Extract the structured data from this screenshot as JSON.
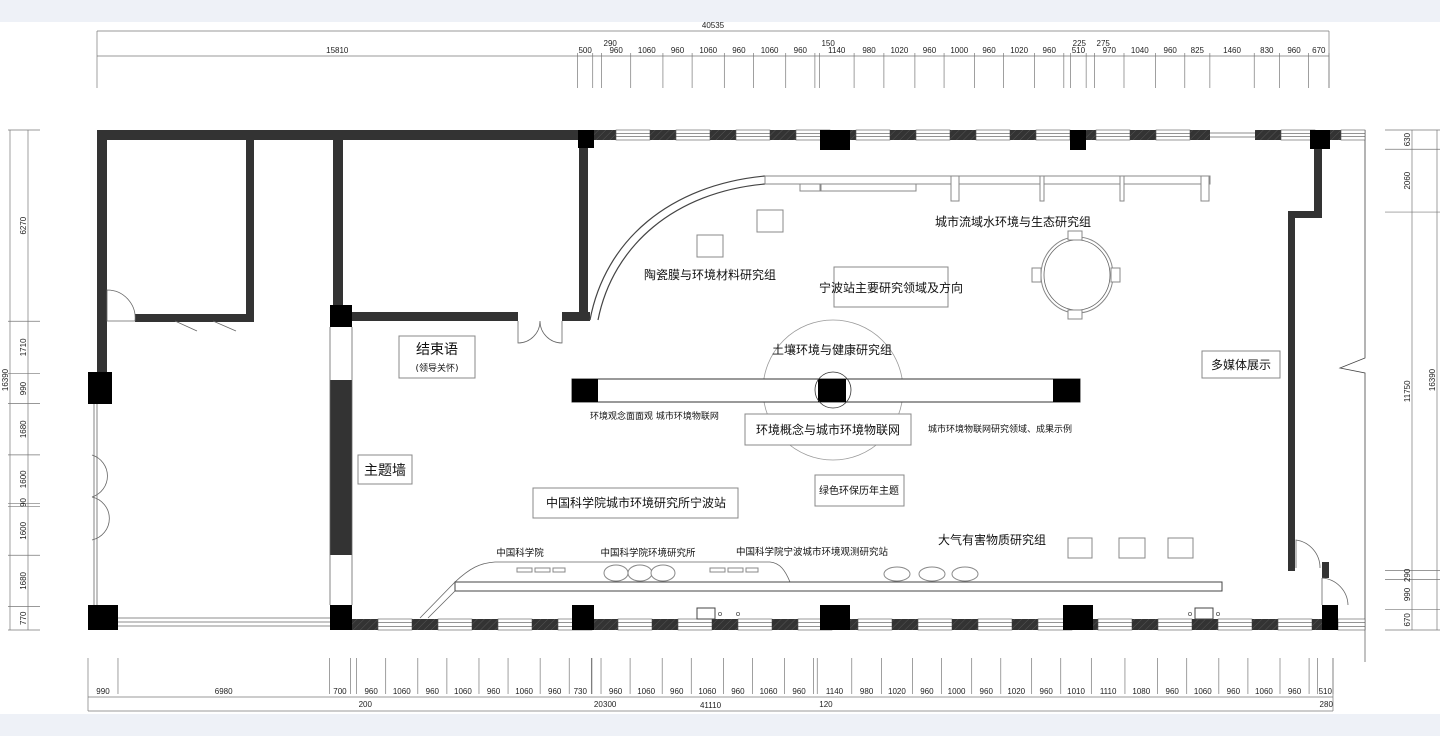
{
  "dimensions": {
    "top_total": "40535",
    "top_chain": [
      15810,
      500,
      290,
      960,
      1060,
      960,
      1060,
      960,
      1060,
      960,
      150,
      1140,
      980,
      1020,
      960,
      1000,
      960,
      1020,
      960,
      225,
      510,
      275,
      970,
      1040,
      960,
      825,
      1460,
      830,
      960,
      670
    ],
    "bottom_total": "41110",
    "bottom_chain": [
      990,
      6980,
      700,
      200,
      960,
      1060,
      960,
      1060,
      960,
      1060,
      960,
      730,
      20,
      300,
      960,
      1060,
      960,
      1060,
      960,
      1060,
      960,
      120,
      1140,
      980,
      1020,
      960,
      1000,
      960,
      1020,
      960,
      1010,
      1110,
      1080,
      960,
      1060,
      960,
      1060,
      960,
      280,
      510
    ],
    "left_total": "16390",
    "left_chain": [
      6270,
      1710,
      990,
      1680,
      1600,
      90,
      1600,
      1680,
      770
    ],
    "right_total": "16390",
    "right_chain": [
      630,
      2060,
      11750,
      290,
      990,
      670
    ]
  },
  "labels": {
    "closing": "结束语",
    "closing_sub": "(领导关怀)",
    "theme_wall": "主题墙",
    "ceramic_group": "陶瓷膜与环境材料研究组",
    "water_group": "城市流域水环境与生态研究组",
    "ningbo_main": "宁波站主要研究领域及方向",
    "soil_group": "土壤环境与健康研究组",
    "env_concept_left": "环境观念面面观  城市环境物联网",
    "env_concept": "环境概念与城市环境物联网",
    "iot_fields": "城市环境物联网研究领域、成果示例",
    "multimedia": "多媒体展示",
    "green_theme": "绿色环保历年主题",
    "cas_ningbo": "中国科学院城市环境研究所宁波站",
    "cas": "中国科学院",
    "cas_iue": "中国科学院环境研究所",
    "cas_station": "中国科学院宁波城市环境观测研究站",
    "air_group": "大气有害物质研究组"
  }
}
